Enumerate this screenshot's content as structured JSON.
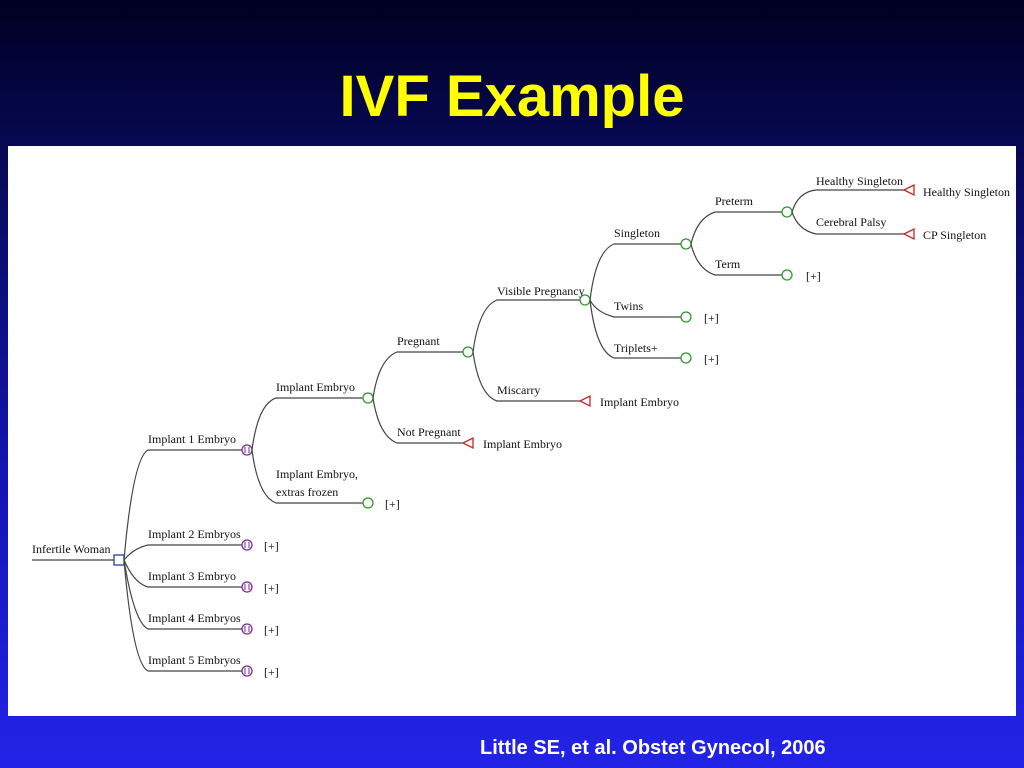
{
  "slide": {
    "title": "IVF Example",
    "citation": "Little SE, et al. Obstet Gynecol, 2006"
  },
  "tree": {
    "root": "Infertile Woman",
    "implant1": "Implant 1 Embryo",
    "implant2": "Implant 2 Embryos",
    "implant3": "Implant 3 Embryo",
    "implant4": "Implant 4 Embryos",
    "implant5": "Implant 5 Embryos",
    "implant_embryo": "Implant Embryo",
    "extras_frozen_line1": "Implant Embryo,",
    "extras_frozen_line2": "extras frozen",
    "pregnant": "Pregnant",
    "not_pregnant": "Not Pregnant",
    "visible_pregnancy": "Visible Pregnancy",
    "miscarry": "Miscarry",
    "singleton": "Singleton",
    "twins": "Twins",
    "triplets": "Triplets+",
    "preterm": "Preterm",
    "term": "Term",
    "healthy_singleton": "Healthy Singleton",
    "cerebral_palsy": "Cerebral Palsy",
    "outcome_healthy_singleton": "Healthy Singleton",
    "outcome_cp_singleton": "CP Singleton",
    "outcome_not_pregnant": "Implant Embryo",
    "outcome_miscarry": "Implant Embryo",
    "collapsed": "[+]"
  }
}
